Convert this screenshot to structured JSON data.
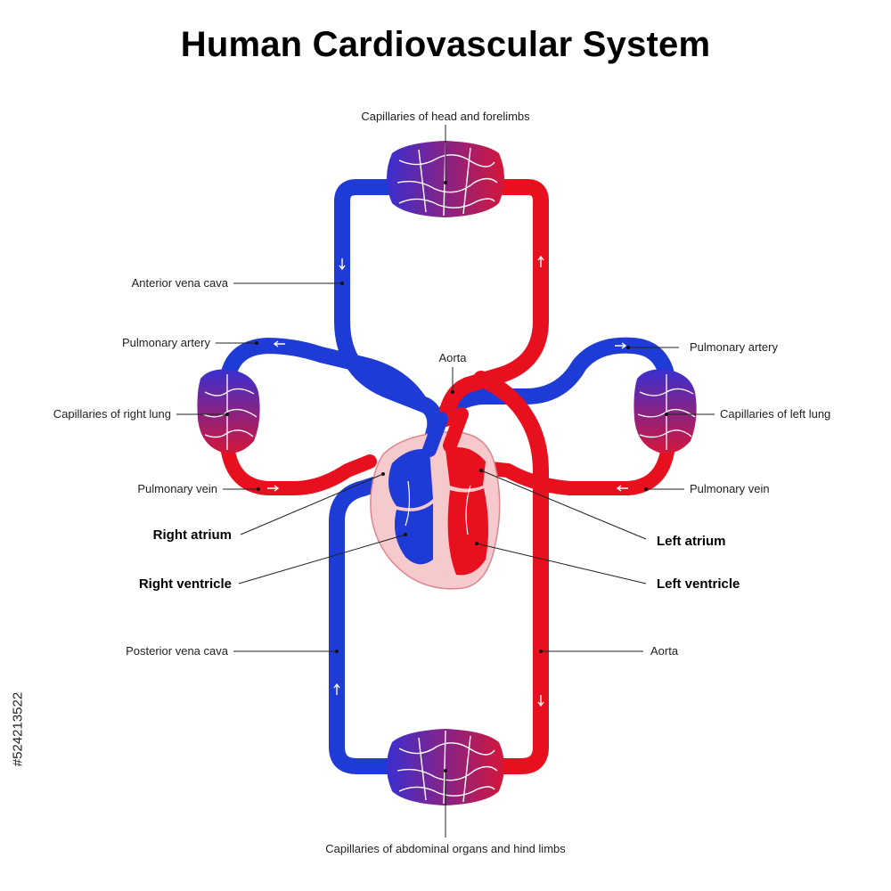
{
  "title": "Human Cardiovascular System",
  "labels": {
    "capillaries_head": "Capillaries of head and forelimbs",
    "anterior_vena_cava": "Anterior vena cava",
    "pulmonary_artery_left_side": "Pulmonary artery",
    "pulmonary_artery_right_side": "Pulmonary artery",
    "aorta_top": "Aorta",
    "capillaries_right_lung": "Capillaries of right lung",
    "capillaries_left_lung": "Capillaries of left lung",
    "pulmonary_vein_left_side": "Pulmonary vein",
    "pulmonary_vein_right_side": "Pulmonary vein",
    "right_atrium": "Right atrium",
    "right_ventricle": "Right ventricle",
    "left_atrium": "Left atrium",
    "left_ventricle": "Left ventricle",
    "posterior_vena_cava": "Posterior vena cava",
    "aorta_bottom": "Aorta",
    "capillaries_abdominal": "Capillaries of abdominal organs and hind limbs"
  },
  "stock_id": "#524213522",
  "colors": {
    "deoxygenated": "#1f3bd6",
    "oxygenated": "#e8101e",
    "capillary_mix": "#7a2a9a",
    "heart_tissue": "#f6c9cd"
  }
}
